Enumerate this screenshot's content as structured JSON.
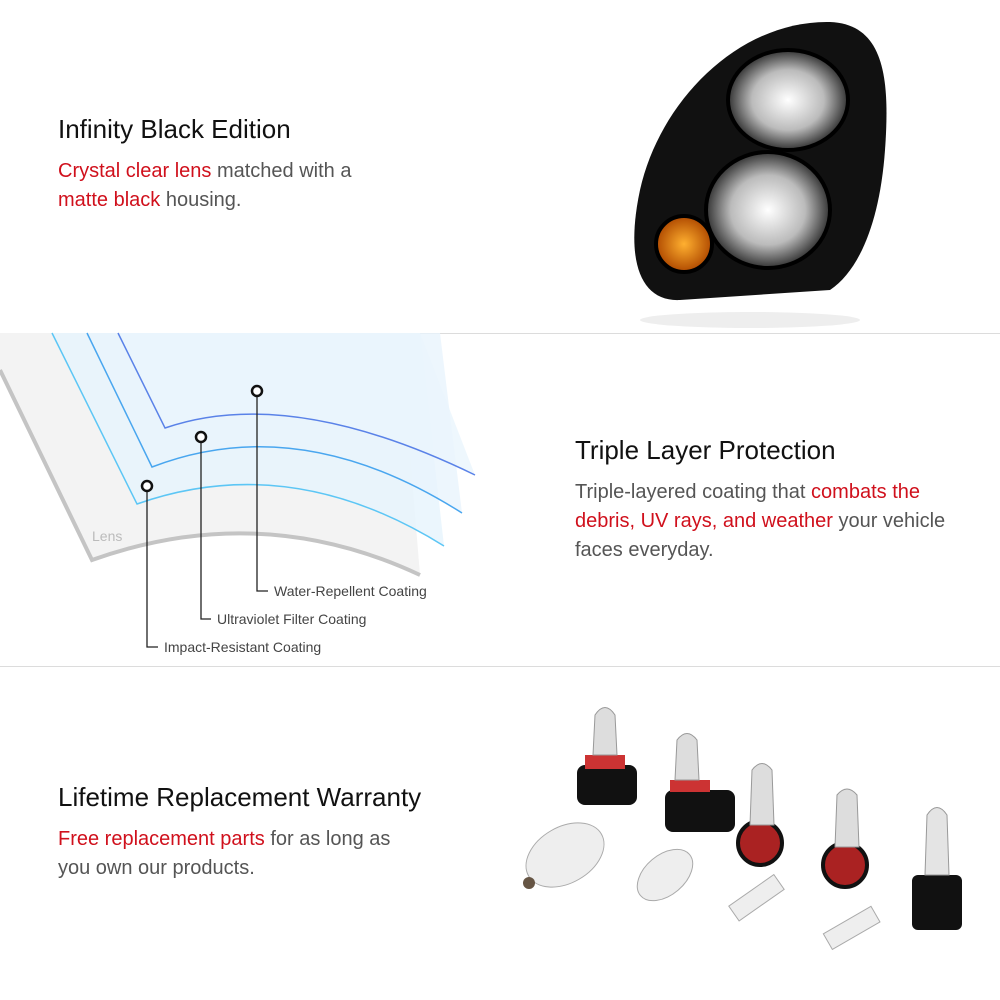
{
  "sections": [
    {
      "title": "Infinity Black Edition",
      "body": [
        {
          "t": "Crystal clear lens",
          "red": true
        },
        {
          "t": " matched with a ",
          "red": false
        },
        {
          "t": "matte black",
          "red": true
        },
        {
          "t": " housing.",
          "red": false
        }
      ],
      "image": "headlight-black-housing"
    },
    {
      "title": "Triple Layer Protection",
      "body": [
        {
          "t": "Triple-layered coating that ",
          "red": false
        },
        {
          "t": "combats the debris, UV rays, and weather",
          "red": true
        },
        {
          "t": " your vehicle faces everyday.",
          "red": false
        }
      ],
      "diagram": {
        "lens_label": "Lens",
        "layers": [
          "Water-Repellent Coating",
          "Ultraviolet Filter Coating",
          "Impact-Resistant Coating"
        ]
      }
    },
    {
      "title": "Lifetime Replacement Warranty",
      "body": [
        {
          "t": "Free replacement parts",
          "red": true
        },
        {
          "t": " for as long as you own our products.",
          "red": false
        }
      ],
      "image": "replacement-bulbs"
    }
  ],
  "colors": {
    "accent": "#d0101c",
    "text": "#555555",
    "title": "#111111"
  }
}
